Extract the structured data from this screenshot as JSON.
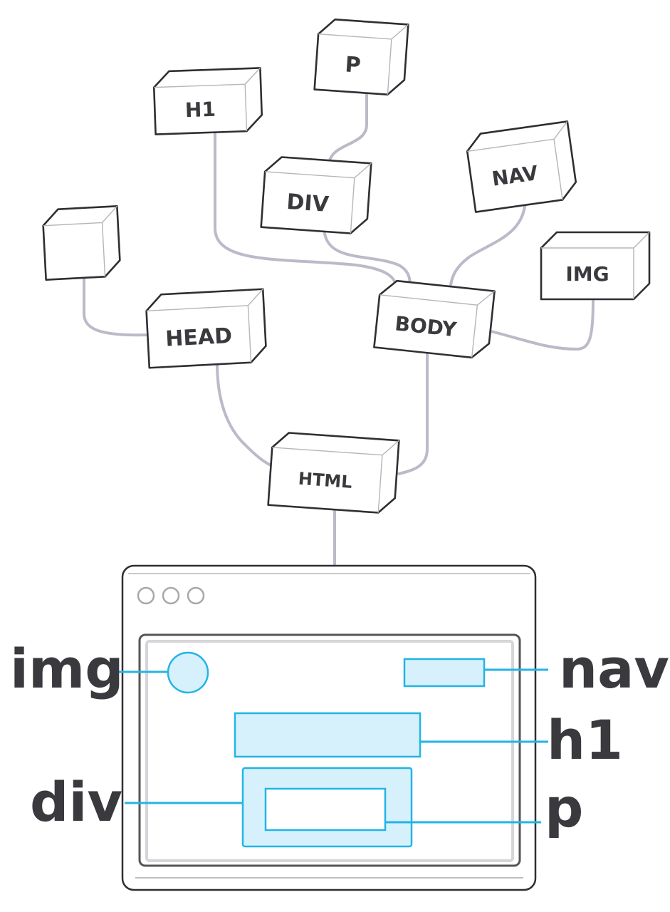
{
  "diagram": {
    "tree_nodes": {
      "html": "HTML",
      "head": "HEAD",
      "body": "BODY",
      "h1": "H1",
      "div": "DIV",
      "p": "P",
      "nav": "NAV",
      "img": "IMG"
    },
    "annotations": {
      "img": "img",
      "nav": "nav",
      "h1": "h1",
      "div": "div",
      "p": "p"
    }
  },
  "colors": {
    "connector": "#bcbac8",
    "outline": "#2e2e33",
    "highlight_stroke": "#22b4e6",
    "highlight_fill": "#d6f1fc",
    "label_text": "#3a3a3e"
  }
}
